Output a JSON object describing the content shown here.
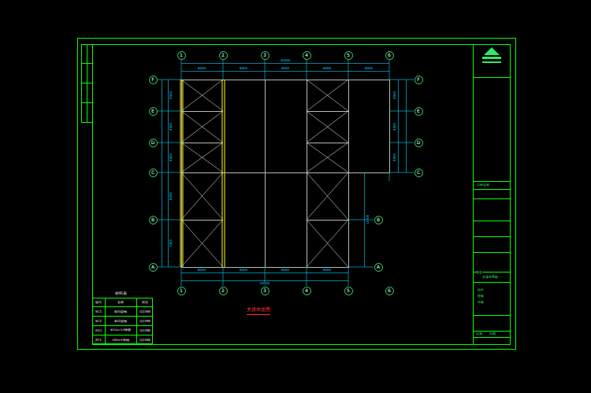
{
  "diagram": {
    "title": "支撑布置图",
    "nodes": [
      {
        "text": [
          "1"
        ]
      },
      {
        "text": [
          "2"
        ]
      },
      {
        "text": [
          "3"
        ]
      },
      {
        "text": [
          "4"
        ]
      },
      {
        "text": [
          "5"
        ]
      },
      {
        "text": [
          "6"
        ]
      },
      {
        "text": [
          "F"
        ]
      },
      {
        "text": [
          "E"
        ]
      },
      {
        "text": [
          "D"
        ]
      },
      {
        "text": [
          "C"
        ]
      },
      {
        "text": [
          "B"
        ]
      },
      {
        "text": [
          "A"
        ]
      },
      {
        "text": [
          "F"
        ]
      },
      {
        "text": [
          "E"
        ]
      },
      {
        "text": [
          "D"
        ]
      },
      {
        "text": [
          "C"
        ]
      },
      {
        "text": [
          "B"
        ]
      },
      {
        "text": [
          "A"
        ]
      },
      {
        "text": [
          "1"
        ]
      },
      {
        "text": [
          "2"
        ]
      },
      {
        "text": [
          "3"
        ]
      },
      {
        "text": [
          "4"
        ]
      },
      {
        "text": [
          "5"
        ]
      },
      {
        "text": [
          "6"
        ]
      }
    ],
    "labels": [
      "30000",
      "6000",
      "6000",
      "6000",
      "6000",
      "6000",
      "24000",
      "6000",
      "6000",
      "6000",
      "6000",
      "4500",
      "4500",
      "4500",
      "6000",
      "7500",
      "4500",
      "4500",
      "4500",
      "13500",
      "材料表",
      "编号",
      "名称",
      "材质",
      "SC1",
      "Φ20圆钢",
      "Q235B",
      "SC2",
      "Φ22圆钢",
      "Q235B",
      "XG1",
      "Φ114×3.0钢管",
      "Q235B",
      "ZC1",
      "L50×4角钢",
      "Q235B",
      "工程名称",
      "图名",
      "支撑布置图",
      "设计",
      "校核",
      "审核",
      "比例",
      "日期"
    ]
  }
}
